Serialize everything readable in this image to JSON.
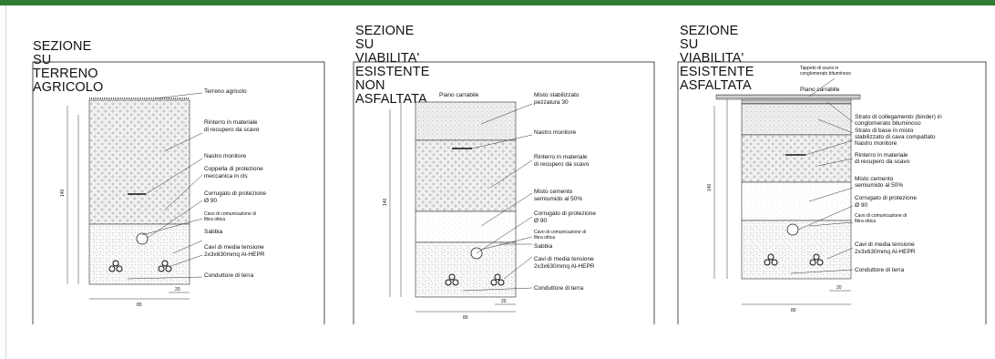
{
  "colors": {
    "accent": "#2e7d32"
  },
  "panels": [
    {
      "title": "SEZIONE SU TERRENO AGRICOLO",
      "labels": {
        "l1": "Terreno agricolo",
        "l2a": "Rinterro in materiale",
        "l2b": "di recupero da scavo",
        "l3": "Nastro monitore",
        "l4a": "Coppella di protezione",
        "l4b": "meccanica in cls",
        "l5a": "Corrugato di protezione",
        "l5b": "Ø 90",
        "l6a": "Cavo di comunicazione di",
        "l6b": "fibra ottica",
        "l7": "Sabbia",
        "l8a": "Cavi di media tensione",
        "l8b": "2x3x630mmq Al-HEPR",
        "l9": "Conduttore di terra",
        "d1": "140",
        "d2": "20",
        "d3": "80"
      }
    },
    {
      "title": "SEZIONE SU VIABILITA' ESISTENTE NON\nASFALTATA",
      "labels": {
        "l0": "Piano carrabile",
        "l1a": "Misto stabilizzato",
        "l1b": "pezzatura 30",
        "l2": "Nastro monitore",
        "l3a": "Rinterro in materiale",
        "l3b": "di recupero da scavo",
        "l4a": "Misto cemento",
        "l4b": "semiumido al 50%",
        "l5a": "Corrugato di protezione",
        "l5b": "Ø 90",
        "l6a": "Cavo di comunicazione di",
        "l6b": "fibra ottica",
        "l7": "Sabbia",
        "l8a": "Cavi di media tensione",
        "l8b": "2x3x630mmq Al-HEPR",
        "l9": "Conduttore di terra",
        "d1": "140",
        "d2": "20",
        "d3": "80"
      }
    },
    {
      "title": "SEZIONE SU VIABILITA' ESISTENTE\nASFALTATA",
      "labels": {
        "t1a": "Tappeto di usura in",
        "t1b": "conglomerato bituminoso",
        "l0": "Piano carrabile",
        "l1a": "Strato di collegamento (binder) in",
        "l1b": "conglomerato bituminoso",
        "l2a": "Strato di base in misto",
        "l2b": "stabilizzato di cava compattato",
        "l3": "Nastro monitore",
        "l4a": "Rinterro in materiale",
        "l4b": "di recupero da scavo",
        "l5a": "Misto cemento",
        "l5b": "semiumido al 50%",
        "l6a": "Corrugato di protezione",
        "l6b": "Ø 90",
        "l7a": "Cavo di comunicazione di",
        "l7b": "fibra ottica",
        "l8a": "Cavi di media tensione",
        "l8b": "2x3x630mmq Al-HEPR",
        "l9": "Conduttore di terra",
        "d1": "140",
        "d2": "20",
        "d3": "80"
      }
    }
  ]
}
